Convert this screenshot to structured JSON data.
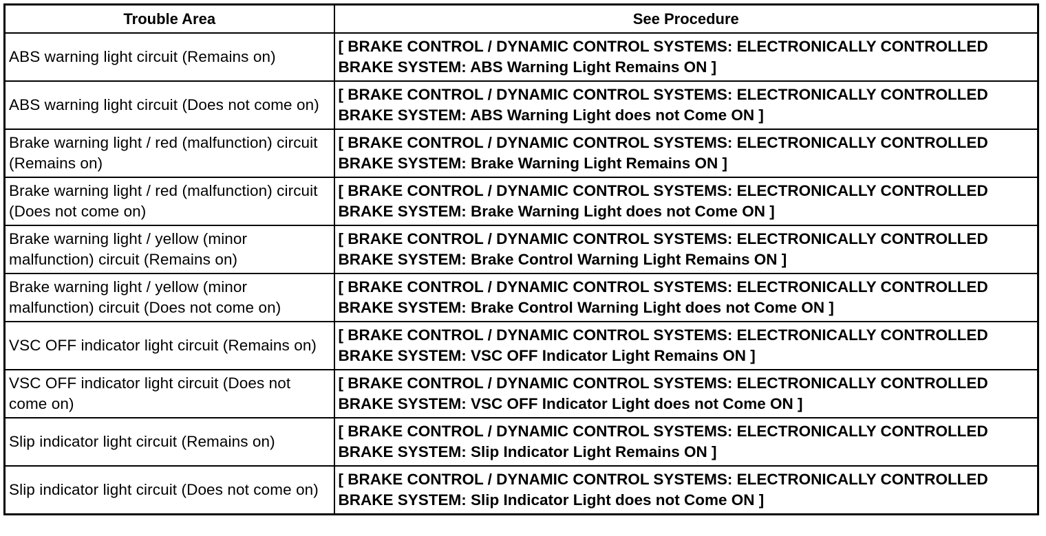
{
  "header": {
    "trouble_area": "Trouble Area",
    "see_procedure": "See Procedure"
  },
  "rows": [
    {
      "area": "ABS warning light circuit (Remains on)",
      "procedure": "[ BRAKE CONTROL / DYNAMIC CONTROL SYSTEMS: ELECTRONICALLY CONTROLLED BRAKE SYSTEM: ABS Warning Light Remains ON ]"
    },
    {
      "area": "ABS warning light circuit (Does not come on)",
      "procedure": "[ BRAKE CONTROL / DYNAMIC CONTROL SYSTEMS: ELECTRONICALLY CONTROLLED BRAKE SYSTEM: ABS Warning Light does not Come ON ]"
    },
    {
      "area": "Brake warning light / red (malfunction) circuit (Remains on)",
      "procedure": "[ BRAKE CONTROL / DYNAMIC CONTROL SYSTEMS: ELECTRONICALLY CONTROLLED BRAKE SYSTEM: Brake Warning Light Remains ON ]"
    },
    {
      "area": "Brake warning light / red (malfunction) circuit (Does not come on)",
      "procedure": "[ BRAKE CONTROL / DYNAMIC CONTROL SYSTEMS: ELECTRONICALLY CONTROLLED BRAKE SYSTEM: Brake Warning Light does not Come ON ]"
    },
    {
      "area": "Brake warning light / yellow (minor malfunction) circuit (Remains on)",
      "procedure": "[ BRAKE CONTROL / DYNAMIC CONTROL SYSTEMS: ELECTRONICALLY CONTROLLED BRAKE SYSTEM: Brake Control Warning Light Remains ON ]"
    },
    {
      "area": "Brake warning light / yellow (minor malfunction) circuit (Does not come on)",
      "procedure": "[ BRAKE CONTROL / DYNAMIC CONTROL SYSTEMS: ELECTRONICALLY CONTROLLED BRAKE SYSTEM: Brake Control Warning Light does not Come ON ]"
    },
    {
      "area": "VSC OFF indicator light circuit (Remains on)",
      "procedure": "[ BRAKE CONTROL / DYNAMIC CONTROL SYSTEMS: ELECTRONICALLY CONTROLLED BRAKE SYSTEM: VSC OFF Indicator Light Remains ON ]"
    },
    {
      "area": "VSC OFF indicator light circuit (Does not come on)",
      "procedure": "[ BRAKE CONTROL / DYNAMIC CONTROL SYSTEMS: ELECTRONICALLY CONTROLLED BRAKE SYSTEM: VSC OFF Indicator Light does not Come ON ]"
    },
    {
      "area": "Slip indicator light circuit (Remains on)",
      "procedure": "[ BRAKE CONTROL / DYNAMIC CONTROL SYSTEMS: ELECTRONICALLY CONTROLLED BRAKE SYSTEM: Slip Indicator Light Remains ON ]"
    },
    {
      "area": "Slip indicator light circuit (Does not come on)",
      "procedure": "[ BRAKE CONTROL / DYNAMIC CONTROL SYSTEMS: ELECTRONICALLY CONTROLLED BRAKE SYSTEM: Slip Indicator Light does not Come ON ]"
    }
  ]
}
